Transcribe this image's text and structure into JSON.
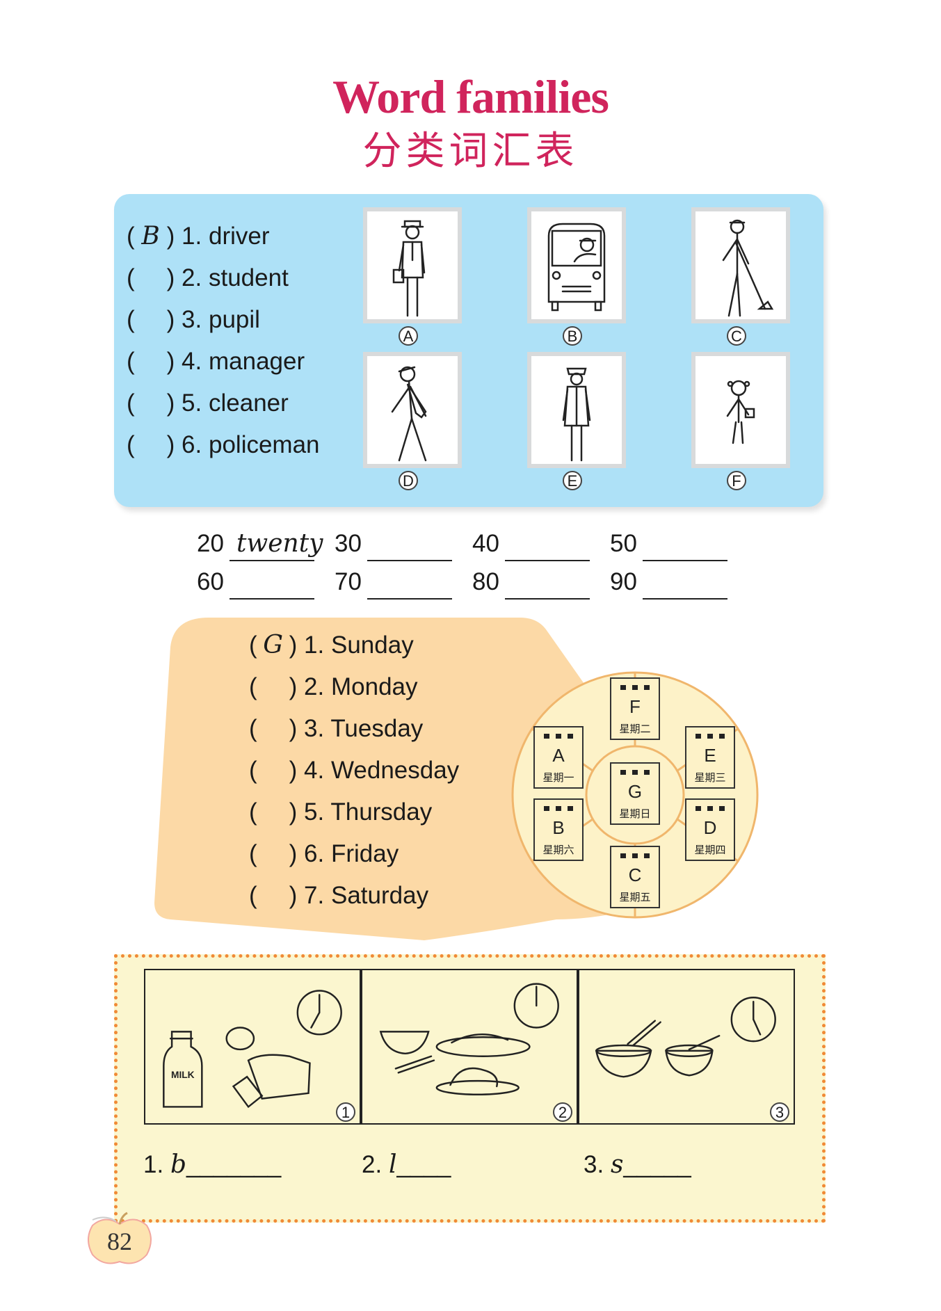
{
  "title": {
    "en": "Word families",
    "zh": "分类词汇表"
  },
  "jobs": {
    "questions": [
      {
        "answer": "B",
        "num": "1.",
        "word": "driver"
      },
      {
        "answer": "",
        "num": "2.",
        "word": "student"
      },
      {
        "answer": "",
        "num": "3.",
        "word": "pupil"
      },
      {
        "answer": "",
        "num": "4.",
        "word": "manager"
      },
      {
        "answer": "",
        "num": "5.",
        "word": "cleaner"
      },
      {
        "answer": "",
        "num": "6.",
        "word": "policeman"
      }
    ],
    "pictures": [
      {
        "label": "A",
        "icon": "manager-icon"
      },
      {
        "label": "B",
        "icon": "driver-icon"
      },
      {
        "label": "C",
        "icon": "cleaner-icon"
      },
      {
        "label": "D",
        "icon": "student-icon"
      },
      {
        "label": "E",
        "icon": "policeman-icon"
      },
      {
        "label": "F",
        "icon": "pupil-icon"
      }
    ]
  },
  "numbers": [
    {
      "num": "20",
      "answer": "twenty"
    },
    {
      "num": "30",
      "answer": ""
    },
    {
      "num": "40",
      "answer": ""
    },
    {
      "num": "50",
      "answer": ""
    },
    {
      "num": "60",
      "answer": ""
    },
    {
      "num": "70",
      "answer": ""
    },
    {
      "num": "80",
      "answer": ""
    },
    {
      "num": "90",
      "answer": ""
    }
  ],
  "days": {
    "questions": [
      {
        "answer": "G",
        "num": "1.",
        "word": "Sunday"
      },
      {
        "answer": "",
        "num": "2.",
        "word": "Monday"
      },
      {
        "answer": "",
        "num": "3.",
        "word": "Tuesday"
      },
      {
        "answer": "",
        "num": "4.",
        "word": "Wednesday"
      },
      {
        "answer": "",
        "num": "5.",
        "word": "Thursday"
      },
      {
        "answer": "",
        "num": "6.",
        "word": "Friday"
      },
      {
        "answer": "",
        "num": "7.",
        "word": "Saturday"
      }
    ],
    "calendars": [
      {
        "letter": "F",
        "zh": "星期二"
      },
      {
        "letter": "A",
        "zh": "星期一"
      },
      {
        "letter": "E",
        "zh": "星期三"
      },
      {
        "letter": "G",
        "zh": "星期日"
      },
      {
        "letter": "B",
        "zh": "星期六"
      },
      {
        "letter": "D",
        "zh": "星期四"
      },
      {
        "letter": "C",
        "zh": "星期五"
      }
    ]
  },
  "meals": {
    "pictures": [
      {
        "num": "1",
        "milk_label": "MILK",
        "icon": "breakfast-icon"
      },
      {
        "num": "2",
        "icon": "lunch-icon"
      },
      {
        "num": "3",
        "icon": "supper-icon"
      }
    ],
    "answers": [
      {
        "num": "1.",
        "start": "b",
        "blank": "_______"
      },
      {
        "num": "2.",
        "start": "l",
        "blank": "____"
      },
      {
        "num": "3.",
        "start": "s",
        "blank": "_____"
      }
    ]
  },
  "page_number": "82",
  "colors": {
    "title": "#d0245c",
    "blue_panel": "#aee1f7",
    "orange_panel": "#fcd9a6",
    "meal_panel": "#fbf6cf",
    "dots": "#f08a36"
  }
}
